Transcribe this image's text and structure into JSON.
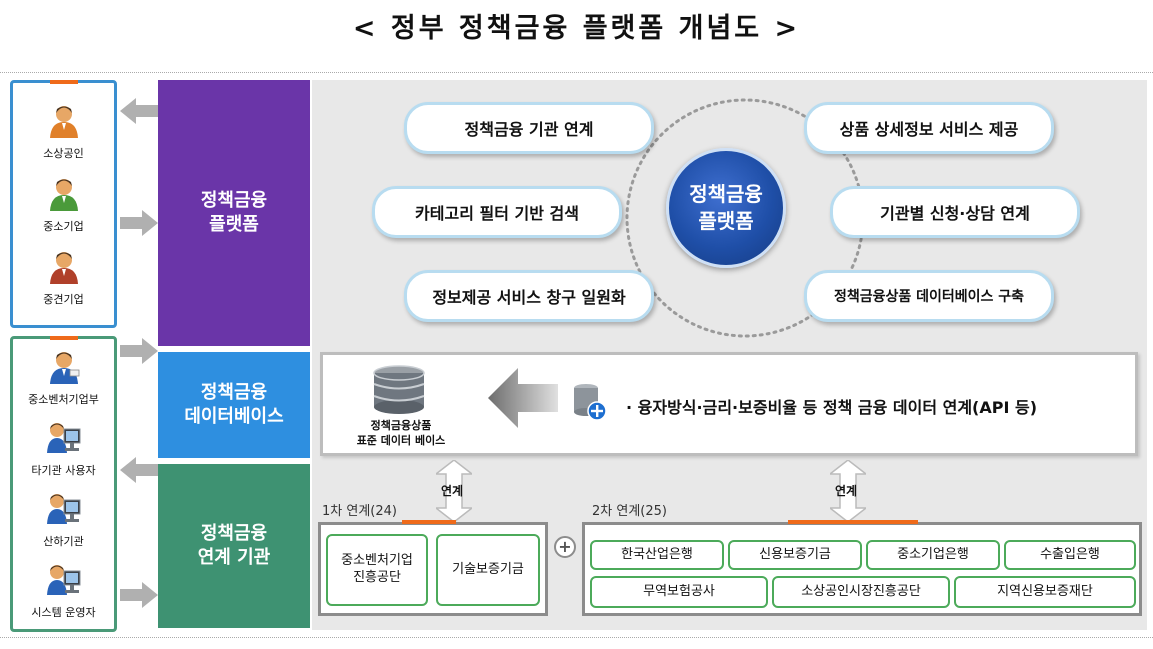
{
  "title": "< 정부 정책금융 플랫폼 개념도 >",
  "users_group_1": [
    {
      "label": "소상공인",
      "icon": "person-orange-icon"
    },
    {
      "label": "중소기업",
      "icon": "person-green-icon"
    },
    {
      "label": "중견기업",
      "icon": "person-red-icon"
    }
  ],
  "users_group_2": [
    {
      "label": "중소벤처기업부",
      "icon": "presenter-icon"
    },
    {
      "label": "타기관 사용자",
      "icon": "computer-user-icon"
    },
    {
      "label": "산하기관",
      "icon": "computer-user-icon"
    },
    {
      "label": "시스템 운영자",
      "icon": "computer-user-icon"
    }
  ],
  "blocks": {
    "platform": {
      "line1": "정책금융",
      "line2": "플랫폼",
      "color": "#6a35a8"
    },
    "database": {
      "line1": "정책금융",
      "line2": "데이터베이스",
      "color": "#2e8fe0"
    },
    "agencies": {
      "line1": "정책금융",
      "line2": "연계 기관",
      "color": "#3e9272"
    }
  },
  "platform_panel": {
    "center": {
      "line1": "정책금융",
      "line2": "플랫폼"
    },
    "features": [
      "정책금융 기관 연계",
      "상품 상세정보 서비스 제공",
      "카테고리 필터 기반 검색",
      "기관별 신청·상담 연계",
      "정보제공 서비스 창구 일원화",
      "정책금융상품 데이터베이스 구축"
    ]
  },
  "db_panel": {
    "db_label_1": "정책금융상품",
    "db_label_2": "표준 데이터 베이스",
    "description": "· 융자방식·금리·보증비율 등 정책 금융 데이터 연계(API 등)"
  },
  "links": {
    "left_label": "연계",
    "right_label": "연계",
    "plus": "+"
  },
  "tier1": {
    "label": "1차 연계(24)",
    "items": [
      "중소벤처기업\n진흥공단",
      "기술보증기금"
    ]
  },
  "tier2": {
    "label": "2차 연계(25)",
    "row1": [
      "한국산업은행",
      "신용보증기금",
      "중소기업은행",
      "수출입은행"
    ],
    "row2": [
      "무역보험공사",
      "소상공인시장진흥공단",
      "지역신용보증재단"
    ]
  },
  "colors": {
    "accent_orange": "#ef6a1a",
    "pill_border": "#b8dcf0",
    "green_border": "#4caa5a",
    "center_circle": "#1f4fa8"
  }
}
